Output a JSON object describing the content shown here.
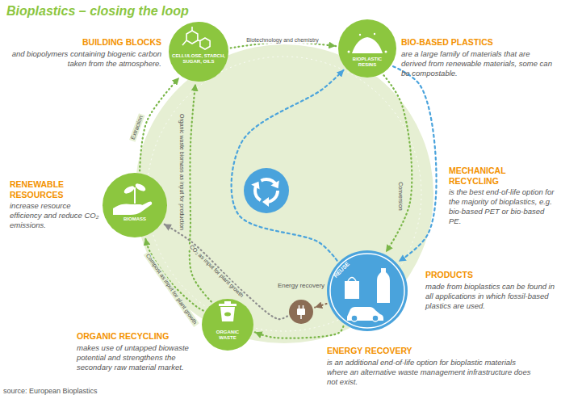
{
  "diagram": {
    "title": "Bioplastics – closing the loop",
    "nodes": [
      {
        "text": [
          "CELLULOSE, STARCH, SUGAR, OILS",
          "BUILDING BLOCKS",
          "and biopolymers containing biogenic carbon taken from the atmosphere."
        ]
      },
      {
        "text": [
          "BIOPLASTIC RESINS",
          "BIO-BASED PLASTICS",
          "are a large family of materials that are derived from renewable materials, some can be compostable."
        ]
      },
      {
        "text": [
          "PRODUCTS",
          "made from bioplastics can be found in all applications in which fossil-based plastics are used."
        ]
      },
      {
        "text": [
          "ORGANIC WASTE",
          "ORGANIC RECYCLING",
          "makes use of untapped biowaste potential and strengthens the secondary raw material market."
        ]
      },
      {
        "text": [
          "BIOMASS",
          "RENEWABLE RESOURCES",
          "increase resource efficiency and reduce CO₂ emissions."
        ]
      },
      {
        "text": [
          "Energy recovery",
          "ENERGY RECOVERY",
          "is an additional end-of-life option for bioplastic materials where an alternative waste management infrastructure does not exist."
        ]
      }
    ],
    "edges": [
      {
        "from": 0,
        "to": 1,
        "arrow": "to",
        "label": "Biotechnology and chemistry"
      },
      {
        "from": 1,
        "to": 2,
        "arrow": "to",
        "label": "Conversion"
      },
      {
        "from": 1,
        "to": 2,
        "arrow": "to"
      },
      {
        "from": 2,
        "to": 1,
        "arrow": "to"
      },
      {
        "from": 2,
        "to": 5,
        "arrow": "to"
      },
      {
        "from": 2,
        "to": 3,
        "arrow": "to"
      },
      {
        "from": 3,
        "to": 4,
        "arrow": "to",
        "label": "Compost as input for plant growth"
      },
      {
        "from": 5,
        "to": 4,
        "arrow": "to",
        "label": "CO₂ as input for plant growth"
      },
      {
        "from": 3,
        "to": 0,
        "arrow": "to",
        "label": "Organic waste biomass as input for production"
      },
      {
        "from": 4,
        "to": 0,
        "arrow": "to",
        "label": "Extraction"
      }
    ],
    "labels": [
      "REUSE",
      "MECHANICAL RECYCLING",
      "is the best end-of-life option for the majority of bioplastics, e.g. bio-based PET or bio-based PE.",
      "source: European Bioplastics"
    ]
  }
}
